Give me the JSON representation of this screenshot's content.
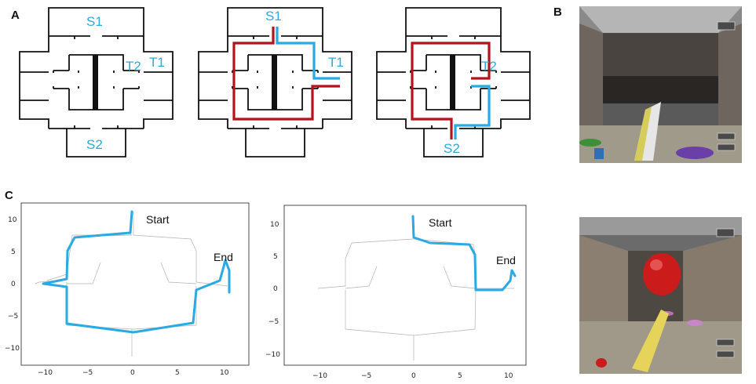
{
  "panels": {
    "a": "A",
    "b": "B",
    "c": "C"
  },
  "maze_labels": {
    "s1": "S1",
    "s2": "S2",
    "t1": "T1",
    "t2": "T2"
  },
  "plot_labels": {
    "start": "Start",
    "end": "End"
  },
  "plot1": {
    "xticks": [
      "−10",
      "−5",
      "0",
      "5",
      "10"
    ],
    "yticks": [
      "10",
      "5",
      "0",
      "−5",
      "−10"
    ]
  },
  "plot2": {
    "xticks": [
      "−10",
      "−5",
      "0",
      "5",
      "10"
    ],
    "yticks": [
      "10",
      "5",
      "0",
      "−5",
      "−10"
    ]
  },
  "colors": {
    "path_blue": "#29aae2",
    "path_red": "#b3141c",
    "wall": "#111111",
    "gray_traj": "#9a9a9a"
  }
}
